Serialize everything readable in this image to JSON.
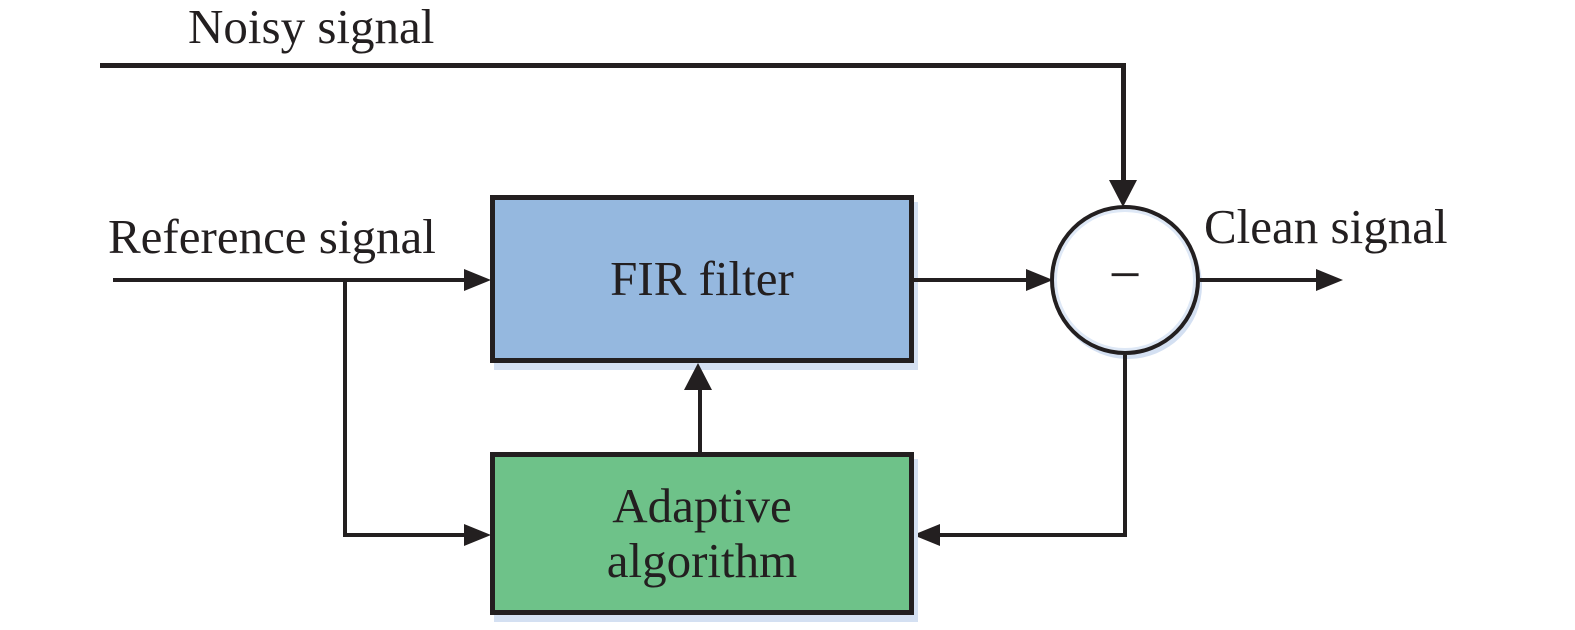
{
  "diagram": {
    "type": "block-diagram",
    "labels": {
      "noisy_signal": "Noisy signal",
      "reference_signal": "Reference signal",
      "clean_signal": "Clean signal"
    },
    "nodes": {
      "fir_filter": {
        "label": "FIR filter",
        "fill": "#95B8DF"
      },
      "adaptive_algorithm": {
        "label": "Adaptive algorithm",
        "fill": "#6EC289"
      },
      "subtractor": {
        "operator": "−",
        "fill": "#FFFFFF"
      }
    },
    "edges": [
      {
        "from": "noisy-signal-input",
        "to": "subtractor",
        "label": "Noisy signal"
      },
      {
        "from": "reference-signal-input",
        "to": "fir_filter",
        "label": "Reference signal"
      },
      {
        "from": "reference-signal-input",
        "to": "adaptive_algorithm",
        "label": ""
      },
      {
        "from": "fir_filter",
        "to": "subtractor",
        "label": ""
      },
      {
        "from": "subtractor",
        "to": "clean-signal-output",
        "label": "Clean signal"
      },
      {
        "from": "subtractor",
        "to": "adaptive_algorithm",
        "label": ""
      },
      {
        "from": "adaptive_algorithm",
        "to": "fir_filter",
        "label": ""
      }
    ],
    "colors": {
      "line": "#231F20",
      "text": "#231F20",
      "shadow": "#D4E0F2",
      "fir_fill": "#95B8DF",
      "adaptive_fill": "#6EC289"
    }
  }
}
